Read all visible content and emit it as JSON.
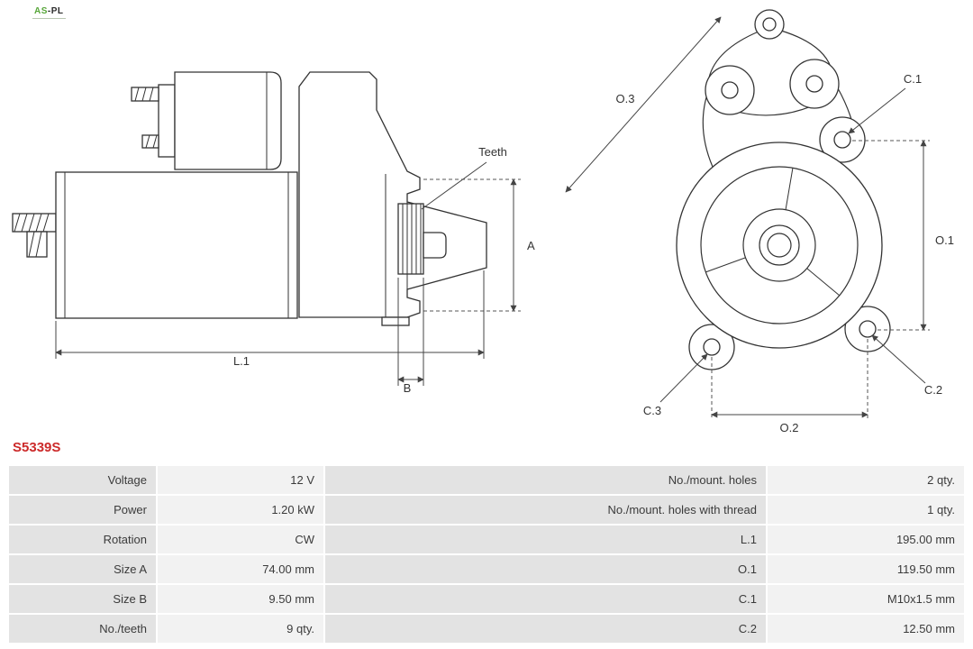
{
  "brand": {
    "primary": "AS",
    "secondary": "-PL"
  },
  "part_number": "S5339S",
  "colors": {
    "accent_red": "#cc2a2a",
    "label_cell_bg": "#e3e3e3",
    "value_cell_bg": "#f2f2f2",
    "line_color": "#333333"
  },
  "diagram": {
    "side_view": {
      "teeth": "Teeth",
      "a": "A",
      "l1": "L.1",
      "b": "B"
    },
    "front_view": {
      "o3": "O.3",
      "o1": "O.1",
      "o2": "O.2",
      "c1": "C.1",
      "c2": "C.2",
      "c3": "C.3"
    }
  },
  "spec_table": {
    "rows": [
      {
        "label_left": "Voltage",
        "value_left": "12 V",
        "label_right": "No./mount. holes",
        "value_right": "2 qty."
      },
      {
        "label_left": "Power",
        "value_left": "1.20 kW",
        "label_right": "No./mount. holes with thread",
        "value_right": "1 qty."
      },
      {
        "label_left": "Rotation",
        "value_left": "CW",
        "label_right": "L.1",
        "value_right": "195.00 mm"
      },
      {
        "label_left": "Size A",
        "value_left": "74.00 mm",
        "label_right": "O.1",
        "value_right": "119.50 mm"
      },
      {
        "label_left": "Size B",
        "value_left": "9.50 mm",
        "label_right": "C.1",
        "value_right": "M10x1.5 mm"
      },
      {
        "label_left": "No./teeth",
        "value_left": "9 qty.",
        "label_right": "C.2",
        "value_right": "12.50 mm"
      }
    ]
  }
}
